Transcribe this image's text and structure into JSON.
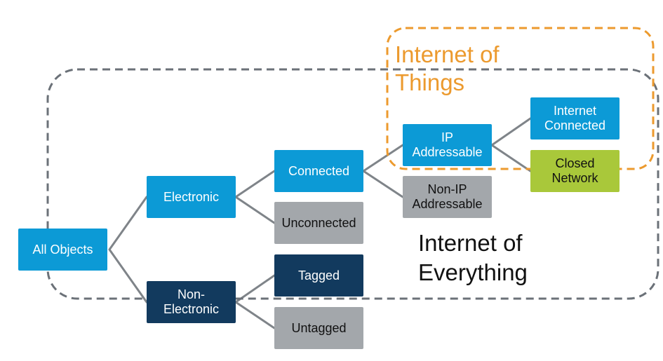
{
  "colors": {
    "blue": "#0c9ad6",
    "navy": "#123a5e",
    "gray": "#a3a7ab",
    "green": "#a9c83a",
    "orange": "#ec9a2e",
    "dash_gray": "#6b7178",
    "connector": "#7f8489"
  },
  "regions": {
    "internet_of_things": "Internet of\nThings",
    "internet_of_everything": "Internet of\nEverything"
  },
  "nodes": {
    "all_objects": "All Objects",
    "electronic": "Electronic",
    "non_electronic": "Non-\nElectronic",
    "connected": "Connected",
    "unconnected": "Unconnected",
    "tagged": "Tagged",
    "untagged": "Untagged",
    "ip_addressable": "IP\nAddressable",
    "non_ip_addressable": "Non-IP\nAddressable",
    "internet_connected": "Internet\nConnected",
    "closed_network": "Closed\nNetwork"
  }
}
